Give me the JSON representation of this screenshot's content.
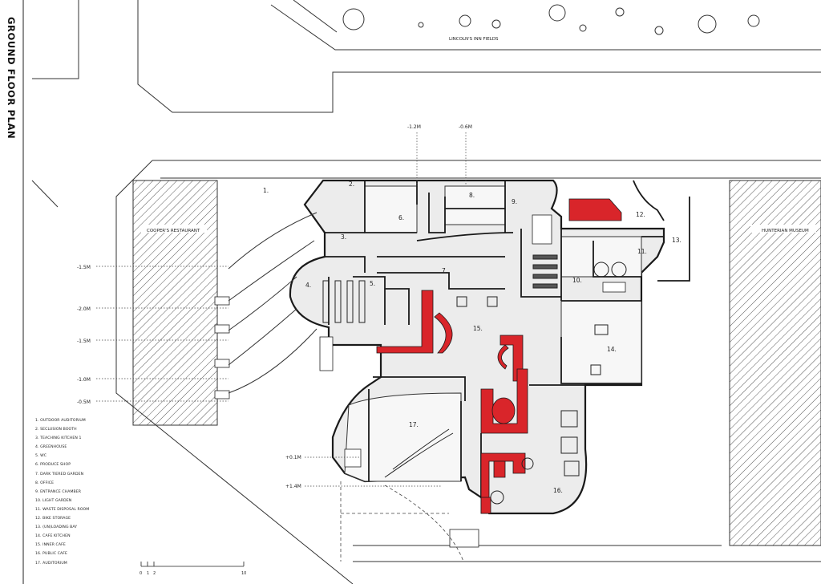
{
  "title": "GROUND FLOOR PLAN",
  "streets": {
    "north": "LINCOLN'S INN FIELDS",
    "west_building": "COOPER'S RESTAURANT",
    "east_building": "HUNTERIAN MUSEUM"
  },
  "levels": {
    "top": [
      "-1.2M",
      "-0.6M"
    ],
    "left": [
      "-1.5M",
      "-2.0M",
      "-1.5M",
      "-1.0M",
      "-0.5M"
    ],
    "auditorium": [
      "+0.1M",
      "+1.4M"
    ]
  },
  "room_numbers": [
    "1.",
    "2.",
    "3.",
    "4.",
    "5.",
    "6.",
    "7.",
    "8.",
    "9.",
    "10.",
    "11.",
    "12.",
    "13.",
    "14.",
    "15.",
    "16.",
    "17."
  ],
  "legend": [
    "1. OUTDOOR AUDITORIUM",
    "2. SECLUSION BOOTH",
    "3. TEACHING KITCHEN 1",
    "4. GREENHOUSE",
    "5. WC",
    "6. PRODUCE SHOP",
    "7. DARK TIERED GARDEN",
    "8. OFFICE",
    "9. ENTRANCE CHAMBER",
    "10. LIGHT GARDEN",
    "11. WASTE DISPOSAL ROOM",
    "12. BIKE STORAGE",
    "13. (UN)LOADING BAY",
    "14. CAFE KITCHEN",
    "15. INNER CAFE",
    "16. PUBLIC CAFE",
    "17. AUDITORIUM"
  ],
  "scale_bar": [
    "0",
    "1",
    "2",
    "10"
  ],
  "colors": {
    "accent": "#d9252a",
    "line": "#1a1a1a",
    "floor": "#efefef"
  }
}
